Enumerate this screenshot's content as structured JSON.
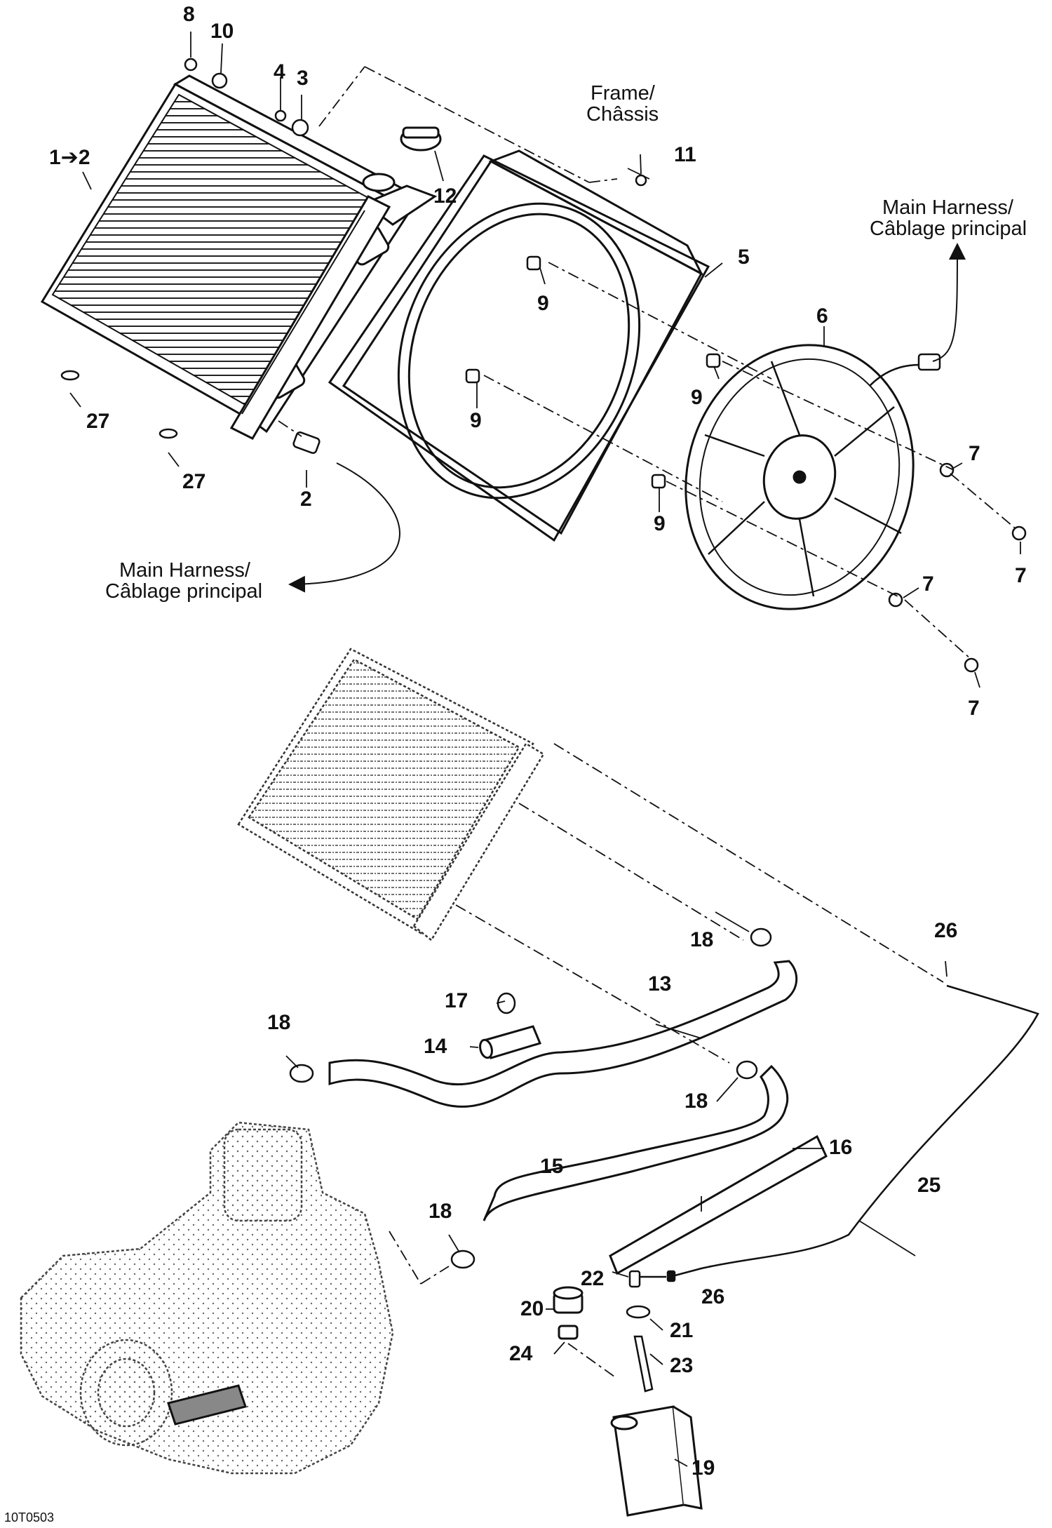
{
  "figure_code": "10T0503",
  "callouts": {
    "c1_2": "1➔2",
    "c2": "2",
    "c3": "3",
    "c4": "4",
    "c5": "5",
    "c6": "6",
    "c7": "7",
    "c8": "8",
    "c9": "9",
    "c10": "10",
    "c11": "11",
    "c12": "12",
    "c13": "13",
    "c14": "14",
    "c15": "15",
    "c16": "16",
    "c17": "17",
    "c18": "18",
    "c19": "19",
    "c20": "20",
    "c21": "21",
    "c22": "22",
    "c23": "23",
    "c24": "24",
    "c25": "25",
    "c26": "26",
    "c27": "27"
  },
  "notes": {
    "frame_en": "Frame/",
    "frame_fr": "Châssis",
    "harness_en": "Main Harness/",
    "harness_fr": "Câblage principal"
  }
}
